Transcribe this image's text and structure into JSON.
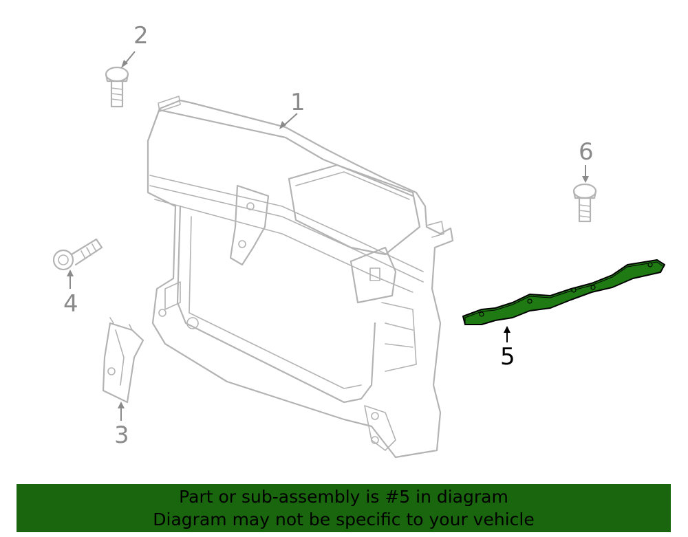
{
  "callouts": {
    "c1": "1",
    "c2": "2",
    "c3": "3",
    "c4": "4",
    "c5": "5",
    "c6": "6"
  },
  "highlight_part": "5",
  "colors": {
    "highlight_fill": "#1f7a14",
    "banner_bg": "#1a660f",
    "line_gray": "#b3b3b3",
    "label_gray": "#8a8a8a"
  },
  "banner": {
    "line1": "Part or sub-assembly is #5 in diagram",
    "line2": "Diagram may not be specific to your vehicle"
  }
}
